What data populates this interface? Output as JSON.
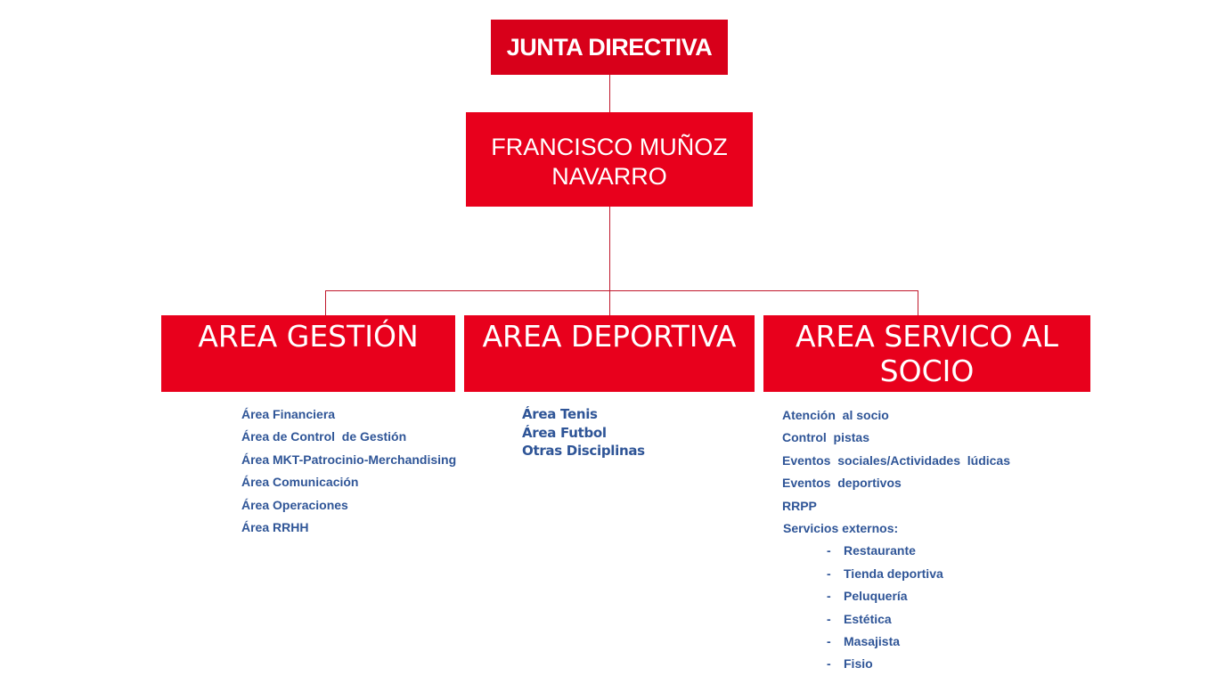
{
  "junta": {
    "label": "JUNTA DIRECTIVA"
  },
  "director": {
    "line1": "FRANCISCO MUÑOZ",
    "line2": "NAVARRO"
  },
  "areas": {
    "gestion": {
      "title": "AREA GESTIÓN",
      "items": [
        "Área Financiera",
        "Área de Control  de Gestión",
        "Área MKT-Patrocinio-Merchandising",
        "Área Comunicación",
        "Área Operaciones",
        "Área RRHH"
      ]
    },
    "deportiva": {
      "title": "AREA DEPORTIVA",
      "items": [
        "Área Tenis",
        "Área Futbol",
        "Otras Disciplinas"
      ]
    },
    "socio": {
      "title": "AREA SERVICO AL SOCIO",
      "items": [
        "Atención  al socio",
        "Control  pistas",
        "Eventos  sociales/Actividades  lúdicas",
        "Eventos  deportivos",
        "RRPP",
        "Servicios externos:"
      ],
      "sub_marker": "-",
      "sub_items": [
        "Restaurante",
        "Tienda deportiva",
        "Peluquería",
        "Estética",
        "Masajista",
        "Fisio"
      ]
    }
  },
  "colors": {
    "box_fill": "#e8001c",
    "box_text": "#ffffff",
    "connector": "#c0182c",
    "list_text": "#2f5597"
  }
}
